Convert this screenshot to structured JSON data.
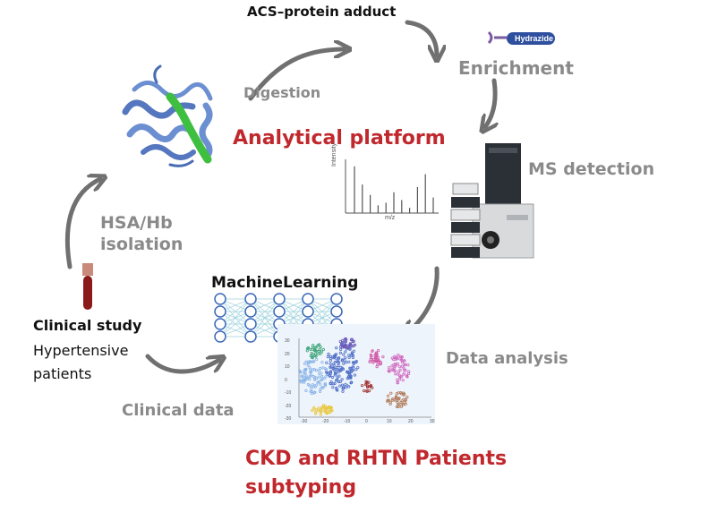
{
  "labels": {
    "adduct": "ACS–protein adduct",
    "enrichment": "Enrichment",
    "hydrazide": "Hydrazide",
    "digestion": "Digestion",
    "analytical_platform": "Analytical platform",
    "ms_detection": "MS detection",
    "isolation_line1": "HSA/Hb",
    "isolation_line2": "isolation",
    "machine_learning": "MachineLearning",
    "clinical_study": "Clinical study",
    "patients_line1": "Hypertensive",
    "patients_line2": "patients",
    "data_analysis": "Data analysis",
    "clinical_data": "Clinical data",
    "result_line1": "CKD and RHTN Patients",
    "result_line2": "subtyping"
  },
  "spectrum": {
    "y_axis_label": "Intensity",
    "x_axis_label": "m/z",
    "relative_peaks": [
      0.9,
      0.55,
      0.35,
      0.15,
      0.2,
      0.4,
      0.25,
      0.1,
      0.5,
      0.75,
      0.3
    ]
  },
  "tsne_axes": {
    "y_ticks": [
      "30",
      "20",
      "10",
      "0",
      "-10",
      "-20",
      "-30"
    ],
    "x_ticks": [
      "-30",
      "-20",
      "-10",
      "0",
      "10",
      "20",
      "30"
    ]
  },
  "colors": {
    "arrow": "#707070",
    "label_gray": "#8a8a8a",
    "label_red": "#c0282d",
    "protein_blue": "#6b8fd0",
    "protein_green": "#3fbf3f",
    "network_blue": "#3a68b8"
  }
}
